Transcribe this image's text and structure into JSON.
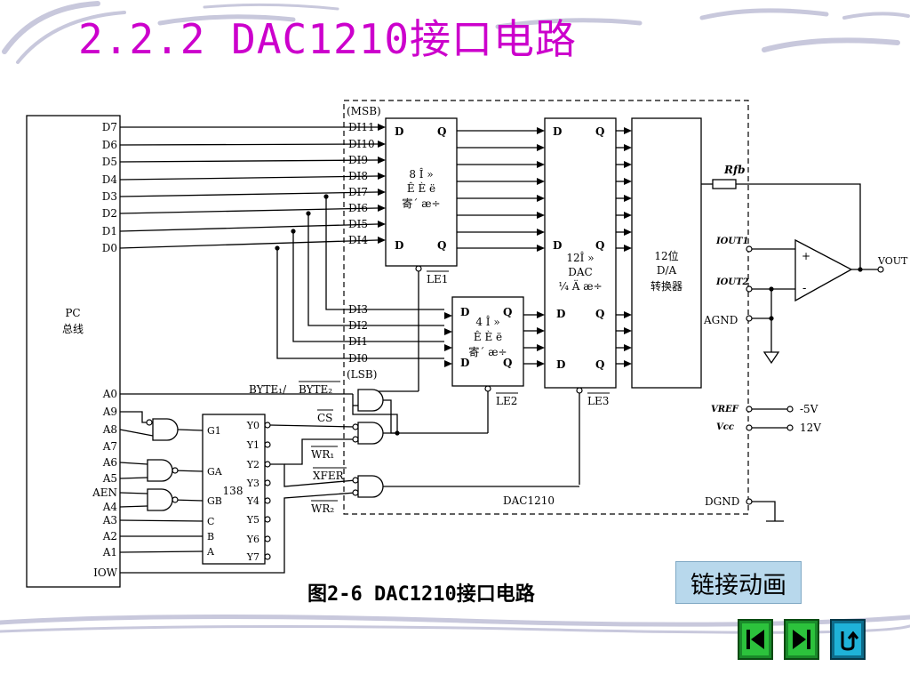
{
  "slide": {
    "title": "2.2.2  DAC1210接口电路",
    "caption": "图2-6 DAC1210接口电路",
    "link_label": "链接动画",
    "nav": [
      {
        "name": "first-page-button",
        "icon": "skip-back-icon"
      },
      {
        "name": "last-page-button",
        "icon": "skip-forward-icon"
      },
      {
        "name": "return-button",
        "icon": "return-arrow-icon"
      }
    ]
  },
  "diagram": {
    "pc_bus": {
      "label1": "PC",
      "label2": "总线",
      "data_lines": [
        "D7",
        "D6",
        "D5",
        "D4",
        "D3",
        "D2",
        "D1",
        "D0"
      ],
      "addr_lines": [
        "A0",
        "A9",
        "A8",
        "A7",
        "A6",
        "A5",
        "AEN",
        "A4",
        "A3",
        "A2",
        "A1",
        "IOW"
      ]
    },
    "di_high": [
      "DI11",
      "DI10",
      "DI9",
      "DI8",
      "DI7",
      "DI6",
      "DI5",
      "DI4"
    ],
    "di_low": [
      "DI3",
      "DI2",
      "DI1",
      "DI0"
    ],
    "msb": "(MSB)",
    "lsb": "(LSB)",
    "reg8": {
      "line1": "8 Î »",
      "line2": "Ê È ë",
      "line3": "寄´ æ÷"
    },
    "reg4": {
      "line1": "4 Î »",
      "line2": "Ê È ë",
      "line3": "寄´ æ÷"
    },
    "reg12": {
      "line1": "12Î »",
      "line2": "DAC",
      "line3": "¼ Ä æ÷"
    },
    "conv": {
      "line1": "12位",
      "line2": "D/A",
      "line3": "转换器"
    },
    "pin_d": "D",
    "pin_q": "Q",
    "le1": "LE1",
    "le2": "LE2",
    "le3": "LE3",
    "byte_label": "BYTE₁/",
    "byte2_label": "BYTE₂",
    "cs": "CS",
    "wr1": "WR₁",
    "xfer": "XFER",
    "wr2": "WR₂",
    "chip_name": "DAC1210",
    "decoder": {
      "name": "138",
      "inputs": [
        "G1",
        "GA",
        "GB",
        "C",
        "B",
        "A"
      ],
      "outputs": [
        "Y0",
        "Y1",
        "Y2",
        "Y3",
        "Y4",
        "Y5",
        "Y6",
        "Y7"
      ]
    },
    "rfb": "Rfb",
    "iout1": "IOUT1",
    "iout2": "IOUT2",
    "agnd": "AGND",
    "vout": "VOUT",
    "vref": "VREF",
    "vcc": "Vcc",
    "vref_value": "-5V",
    "vcc_value": "12V",
    "dgnd": "DGND",
    "plus": "+",
    "minus": "-"
  }
}
